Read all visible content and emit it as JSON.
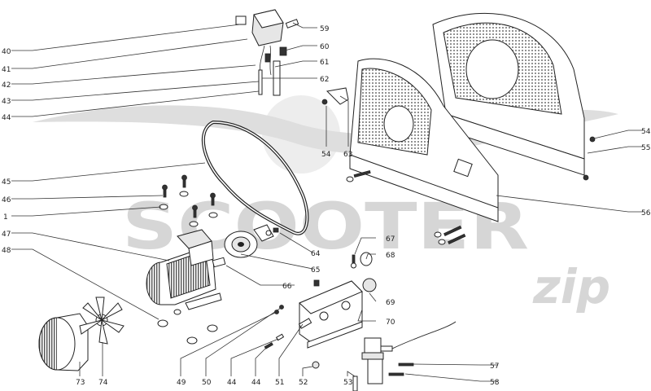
{
  "watermark": {
    "brand": "SCOOTER",
    "script": "zip"
  },
  "callouts": [
    {
      "id": "c40",
      "text": "40"
    },
    {
      "id": "c41",
      "text": "41"
    },
    {
      "id": "c42",
      "text": "42"
    },
    {
      "id": "c43",
      "text": "43"
    },
    {
      "id": "c44a",
      "text": "44"
    },
    {
      "id": "c45",
      "text": "45"
    },
    {
      "id": "c46",
      "text": "46"
    },
    {
      "id": "c1",
      "text": "1"
    },
    {
      "id": "c47",
      "text": "47"
    },
    {
      "id": "c48",
      "text": "48"
    },
    {
      "id": "c59",
      "text": "59"
    },
    {
      "id": "c60",
      "text": "60"
    },
    {
      "id": "c61",
      "text": "61"
    },
    {
      "id": "c62",
      "text": "62"
    },
    {
      "id": "c54a",
      "text": "54"
    },
    {
      "id": "c63",
      "text": "63"
    },
    {
      "id": "c54b",
      "text": "54"
    },
    {
      "id": "c55",
      "text": "55"
    },
    {
      "id": "c56",
      "text": "56"
    },
    {
      "id": "c64",
      "text": "64"
    },
    {
      "id": "c65",
      "text": "65"
    },
    {
      "id": "c66",
      "text": "66"
    },
    {
      "id": "c67",
      "text": "67"
    },
    {
      "id": "c68",
      "text": "68"
    },
    {
      "id": "c69",
      "text": "69"
    },
    {
      "id": "c70",
      "text": "70"
    },
    {
      "id": "c57",
      "text": "57"
    },
    {
      "id": "c58",
      "text": "58"
    },
    {
      "id": "c73",
      "text": "73"
    },
    {
      "id": "c74",
      "text": "74"
    },
    {
      "id": "c49",
      "text": "49"
    },
    {
      "id": "c50",
      "text": "50"
    },
    {
      "id": "c44b",
      "text": "44"
    },
    {
      "id": "c44c",
      "text": "44"
    },
    {
      "id": "c51",
      "text": "51"
    },
    {
      "id": "c52",
      "text": "52"
    },
    {
      "id": "c53",
      "text": "53"
    }
  ]
}
